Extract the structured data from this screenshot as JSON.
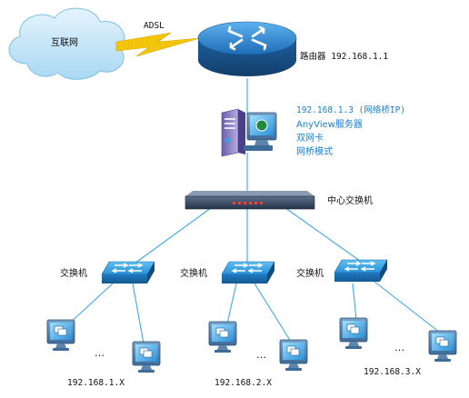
{
  "cloud": {
    "label": "互联网"
  },
  "link": {
    "label": "ADSL"
  },
  "router": {
    "label": "路由器 192.168.1.1"
  },
  "server": {
    "ip_line": "192.168.1.3 (网络桥IP)",
    "name_line": "AnyView服务器",
    "nic_line": "双网卡",
    "mode_line": "网桥模式"
  },
  "core_switch": {
    "label": "中心交换机"
  },
  "switches": [
    {
      "label": "交换机",
      "subnet": "192.168.1.X"
    },
    {
      "label": "交换机",
      "subnet": "192.168.2.X"
    },
    {
      "label": "交换机",
      "subnet": "192.168.3.X"
    }
  ],
  "ellipsis": "…",
  "colors": {
    "link_line": "#3ea7e6",
    "cloud": "#bfe3f7",
    "router": "#1e6fb8",
    "lightning": "#f2c40a"
  }
}
